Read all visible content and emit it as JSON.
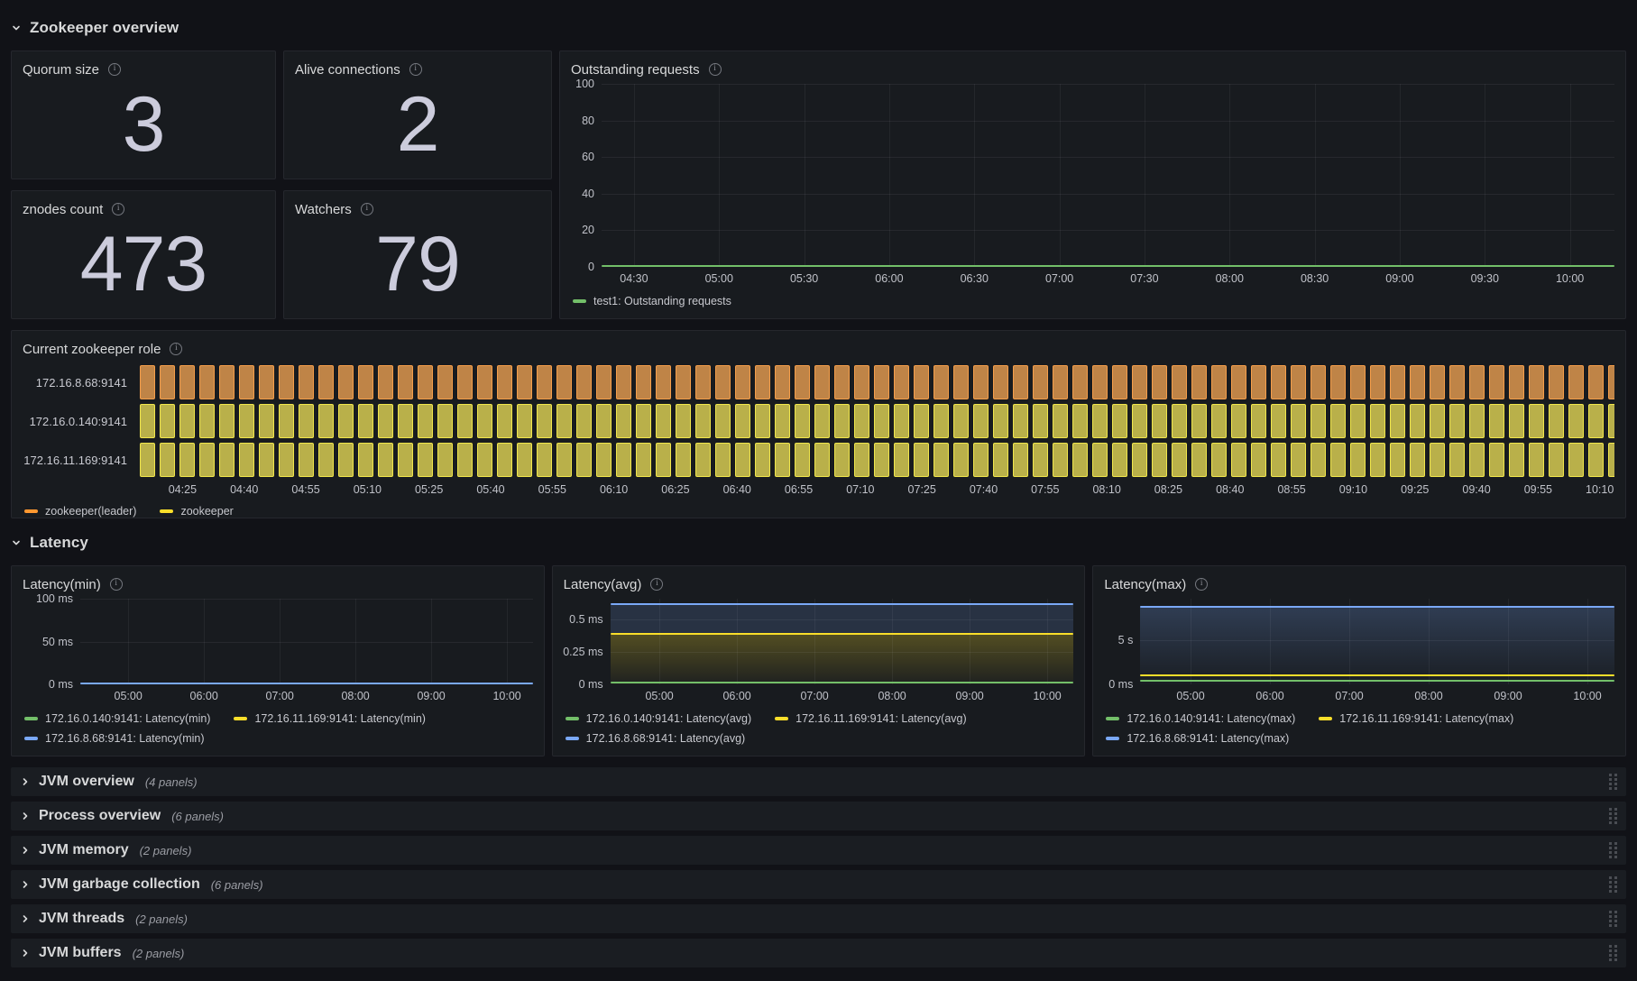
{
  "colors": {
    "green": "#73BF69",
    "yellow": "#FADE2A",
    "blue": "#7AA8F7",
    "orange": "#FF9830",
    "orange_fill": "#BF8447",
    "orange_border": "#F59E4A",
    "yellow_fill": "#B9B04A",
    "yellow_border": "#F0E64B"
  },
  "sections": {
    "overview": {
      "title": "Zookeeper overview"
    },
    "latency": {
      "title": "Latency"
    }
  },
  "stats": [
    {
      "title": "Quorum size",
      "value": "3"
    },
    {
      "title": "Alive connections",
      "value": "2"
    },
    {
      "title": "znodes count",
      "value": "473"
    },
    {
      "title": "Watchers",
      "value": "79"
    }
  ],
  "panels": {
    "outstanding": {
      "title": "Outstanding requests",
      "gutter": 34,
      "y_ticks": [
        {
          "label": "100",
          "pct": 0
        },
        {
          "label": "80",
          "pct": 20
        },
        {
          "label": "60",
          "pct": 40
        },
        {
          "label": "40",
          "pct": 60
        },
        {
          "label": "20",
          "pct": 80
        },
        {
          "label": "0",
          "pct": 100
        }
      ],
      "x_ticks": [
        "04:30",
        "05:00",
        "05:30",
        "06:00",
        "06:30",
        "07:00",
        "07:30",
        "08:00",
        "08:30",
        "09:00",
        "09:30",
        "10:00"
      ],
      "x_inset": [
        3.2,
        4.4
      ],
      "lines": [
        {
          "color": "green",
          "pct": 100
        }
      ],
      "fills": [],
      "legend_rows": [
        [
          {
            "label": "test1: Outstanding requests",
            "color": "green"
          }
        ]
      ],
      "chart_data": {
        "type": "line",
        "title": "Outstanding requests",
        "ylim": [
          0,
          100
        ],
        "x_range": [
          "04:30",
          "10:00"
        ],
        "series": [
          {
            "name": "test1: Outstanding requests",
            "approx_value": 0
          }
        ]
      }
    },
    "latency_min": {
      "title": "Latency(min)",
      "gutter": 64,
      "y_ticks": [
        {
          "label": "100 ms",
          "pct": 0
        },
        {
          "label": "50 ms",
          "pct": 50
        },
        {
          "label": "0 ms",
          "pct": 100
        }
      ],
      "x_ticks": [
        "05:00",
        "06:00",
        "07:00",
        "08:00",
        "09:00",
        "10:00"
      ],
      "x_inset": [
        10.6,
        5.7
      ],
      "lines": [
        {
          "color": "blue",
          "pct": 100
        }
      ],
      "fills": [],
      "legend_rows": [
        [
          {
            "label": "172.16.0.140:9141: Latency(min)",
            "color": "green"
          },
          {
            "label": "172.16.11.169:9141: Latency(min)",
            "color": "yellow"
          }
        ],
        [
          {
            "label": "172.16.8.68:9141: Latency(min)",
            "color": "blue"
          }
        ]
      ],
      "chart_data": {
        "type": "line",
        "title": "Latency(min)",
        "unit": "ms",
        "ylim": [
          0,
          100
        ],
        "x_range": [
          "05:00",
          "10:00"
        ],
        "series": [
          {
            "name": "172.16.0.140:9141: Latency(min)",
            "approx_value_ms": 0
          },
          {
            "name": "172.16.11.169:9141: Latency(min)",
            "approx_value_ms": 0
          },
          {
            "name": "172.16.8.68:9141: Latency(min)",
            "approx_value_ms": 0
          }
        ]
      }
    },
    "latency_avg": {
      "title": "Latency(avg)",
      "gutter": 52,
      "y_ticks": [
        {
          "label": "0.5 ms",
          "pct": 24
        },
        {
          "label": "0.25 ms",
          "pct": 62
        },
        {
          "label": "0 ms",
          "pct": 100
        }
      ],
      "x_ticks": [
        "05:00",
        "06:00",
        "07:00",
        "08:00",
        "09:00",
        "10:00"
      ],
      "x_inset": [
        10.6,
        5.7
      ],
      "lines": [
        {
          "color": "blue",
          "pct": 7
        },
        {
          "color": "yellow",
          "pct": 42
        },
        {
          "color": "green",
          "pct": 99
        }
      ],
      "fills": [
        {
          "kind": "fill-blue-band",
          "from": 7,
          "to": 42
        },
        {
          "kind": "fill-yellow-grad",
          "from": 42,
          "to": 100
        }
      ],
      "legend_rows": [
        [
          {
            "label": "172.16.0.140:9141: Latency(avg)",
            "color": "green"
          },
          {
            "label": "172.16.11.169:9141: Latency(avg)",
            "color": "yellow"
          }
        ],
        [
          {
            "label": "172.16.8.68:9141: Latency(avg)",
            "color": "blue"
          }
        ]
      ],
      "chart_data": {
        "type": "line",
        "title": "Latency(avg)",
        "unit": "ms",
        "x_range": [
          "05:00",
          "10:00"
        ],
        "series": [
          {
            "name": "172.16.0.140:9141: Latency(avg)",
            "approx_value_ms": 0.01
          },
          {
            "name": "172.16.11.169:9141: Latency(avg)",
            "approx_value_ms": 0.38
          },
          {
            "name": "172.16.8.68:9141: Latency(avg)",
            "approx_value_ms": 0.6
          }
        ]
      }
    },
    "latency_max": {
      "title": "Latency(max)",
      "gutter": 40,
      "y_ticks": [
        {
          "label": "5 s",
          "pct": 48
        },
        {
          "label": "0 ms",
          "pct": 100
        }
      ],
      "x_ticks": [
        "05:00",
        "06:00",
        "07:00",
        "08:00",
        "09:00",
        "10:00"
      ],
      "x_inset": [
        10.6,
        5.7
      ],
      "lines": [
        {
          "color": "blue",
          "pct": 10
        },
        {
          "color": "yellow",
          "pct": 91
        },
        {
          "color": "green",
          "pct": 97
        }
      ],
      "fills": [
        {
          "kind": "fill-blue-grad",
          "from": 10,
          "to": 100
        }
      ],
      "legend_rows": [
        [
          {
            "label": "172.16.0.140:9141: Latency(max)",
            "color": "green"
          },
          {
            "label": "172.16.11.169:9141: Latency(max)",
            "color": "yellow"
          }
        ],
        [
          {
            "label": "172.16.8.68:9141: Latency(max)",
            "color": "blue"
          }
        ]
      ],
      "chart_data": {
        "type": "line",
        "title": "Latency(max)",
        "unit": "s",
        "x_range": [
          "05:00",
          "10:00"
        ],
        "series": [
          {
            "name": "172.16.0.140:9141: Latency(max)",
            "approx_value_s": 0.3
          },
          {
            "name": "172.16.11.169:9141: Latency(max)",
            "approx_value_s": 0.9
          },
          {
            "name": "172.16.8.68:9141: Latency(max)",
            "approx_value_s": 9.4
          }
        ]
      }
    }
  },
  "role": {
    "title": "Current zookeeper role",
    "rows": [
      {
        "label": "172.16.8.68:9141",
        "state": "zookeeper(leader)",
        "color": "orange"
      },
      {
        "label": "172.16.0.140:9141",
        "state": "zookeeper",
        "color": "yellow"
      },
      {
        "label": "172.16.11.169:9141",
        "state": "zookeeper",
        "color": "yellow"
      }
    ],
    "x_ticks": [
      "04:25",
      "04:40",
      "04:55",
      "05:10",
      "05:25",
      "05:40",
      "05:55",
      "06:10",
      "06:25",
      "06:40",
      "06:55",
      "07:10",
      "07:25",
      "07:40",
      "07:55",
      "08:10",
      "08:25",
      "08:40",
      "08:55",
      "09:10",
      "09:25",
      "09:40",
      "09:55",
      "10:10"
    ],
    "x_inset": [
      2.9,
      1.0
    ],
    "legend": [
      {
        "label": "zookeeper(leader)",
        "color": "orange"
      },
      {
        "label": "zookeeper",
        "color": "yellow"
      }
    ],
    "chart_data": {
      "type": "state-timeline",
      "title": "Current zookeeper role",
      "x_range": [
        "04:25",
        "10:10"
      ],
      "rows": [
        {
          "name": "172.16.8.68:9141",
          "state": "zookeeper(leader)"
        },
        {
          "name": "172.16.0.140:9141",
          "state": "zookeeper"
        },
        {
          "name": "172.16.11.169:9141",
          "state": "zookeeper"
        }
      ]
    }
  },
  "collapsed_rows": [
    {
      "title": "JVM overview",
      "count": "(4 panels)"
    },
    {
      "title": "Process overview",
      "count": "(6 panels)"
    },
    {
      "title": "JVM memory",
      "count": "(2 panels)"
    },
    {
      "title": "JVM garbage collection",
      "count": "(6 panels)"
    },
    {
      "title": "JVM threads",
      "count": "(2 panels)"
    },
    {
      "title": "JVM buffers",
      "count": "(2 panels)"
    }
  ]
}
